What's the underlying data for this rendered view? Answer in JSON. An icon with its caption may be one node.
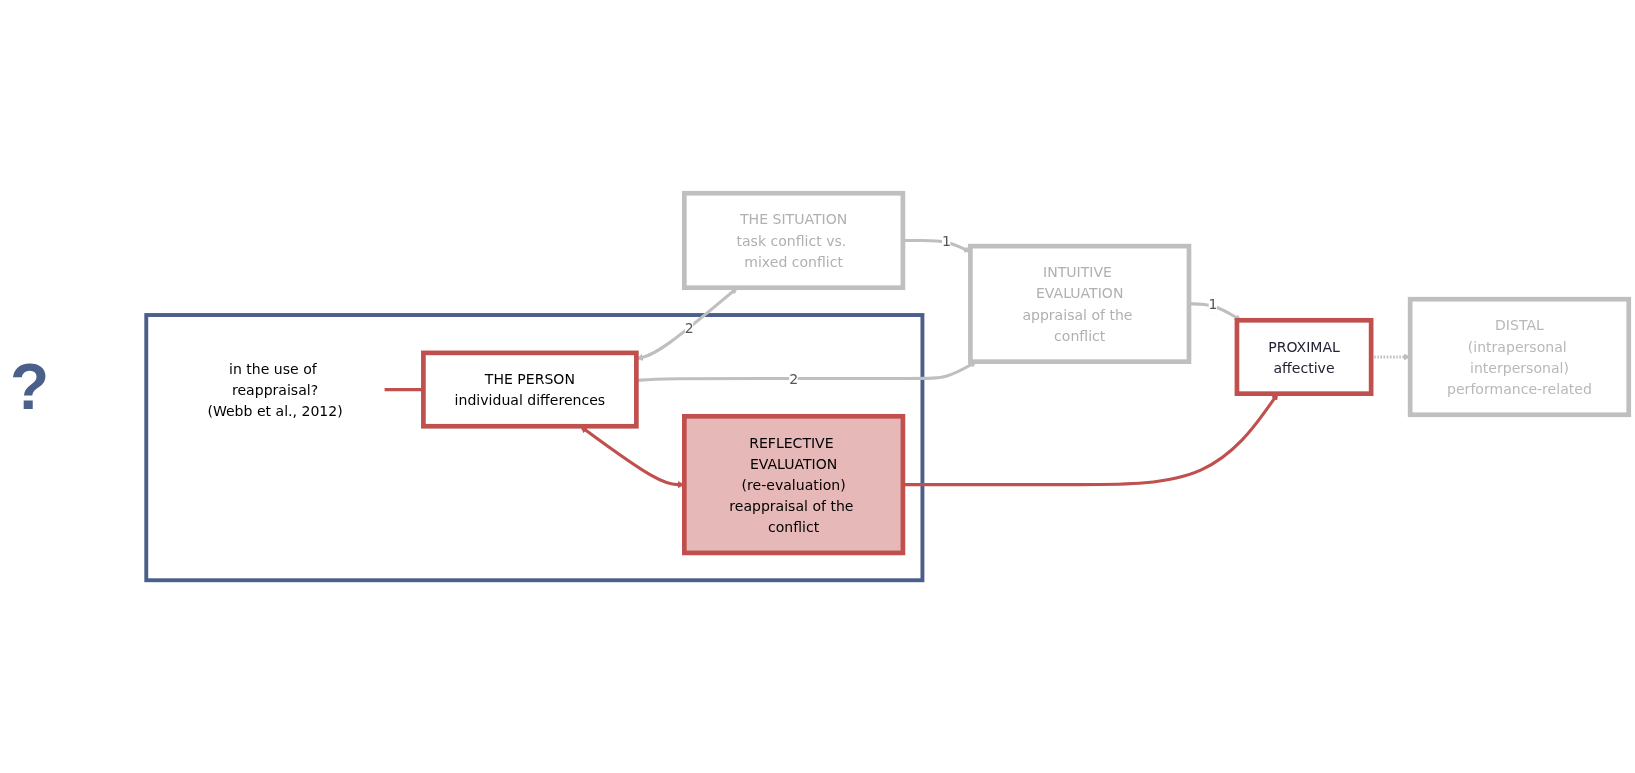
{
  "diagram": {
    "nodes": [
      {
        "text": [
          "THE SITUATION",
          "task conflict vs. mixed conflict"
        ]
      },
      {
        "text": [
          "INTUITIVE EVALUATION",
          "appraisal of the conflict"
        ]
      },
      {
        "text": [
          "PROXIMAL",
          "affective"
        ]
      },
      {
        "text": [
          "DISTAL",
          "(intrapersonal interpersonal)",
          "performance-related"
        ]
      },
      {
        "text": [],
        "shape": "box"
      },
      {
        "text": [
          "THE PERSON",
          "individual differences"
        ],
        "in": 4
      },
      {
        "text": [
          "REFLECTIVE EVALUATION",
          "(re-evaluation)",
          "reappraisal of the conflict"
        ],
        "in": 4
      },
      {
        "text": [
          "in the use of reappraisal?",
          "(Webb et al., 2012)"
        ],
        "in": 4
      }
    ],
    "edges": [
      {
        "from": 0,
        "to": 1,
        "arrow": "to",
        "label": "1"
      },
      {
        "from": 5,
        "to": 1,
        "arrow": "to",
        "label": "2"
      },
      {
        "from": 5,
        "to": 0,
        "arrow": "both",
        "label": "2"
      },
      {
        "from": 1,
        "to": 2,
        "arrow": "to",
        "label": "1"
      },
      {
        "from": 2,
        "to": 3,
        "arrow": "to",
        "style": "dashed"
      },
      {
        "from": 6,
        "to": 2,
        "arrow": "to",
        "color": "#c0504d"
      },
      {
        "from": 5,
        "to": 6,
        "arrow": "both",
        "color": "#c0504d"
      },
      {
        "from": 7,
        "to": 5,
        "arrow": "none",
        "color": "#c0504d"
      }
    ],
    "labels": [
      "?"
    ]
  }
}
